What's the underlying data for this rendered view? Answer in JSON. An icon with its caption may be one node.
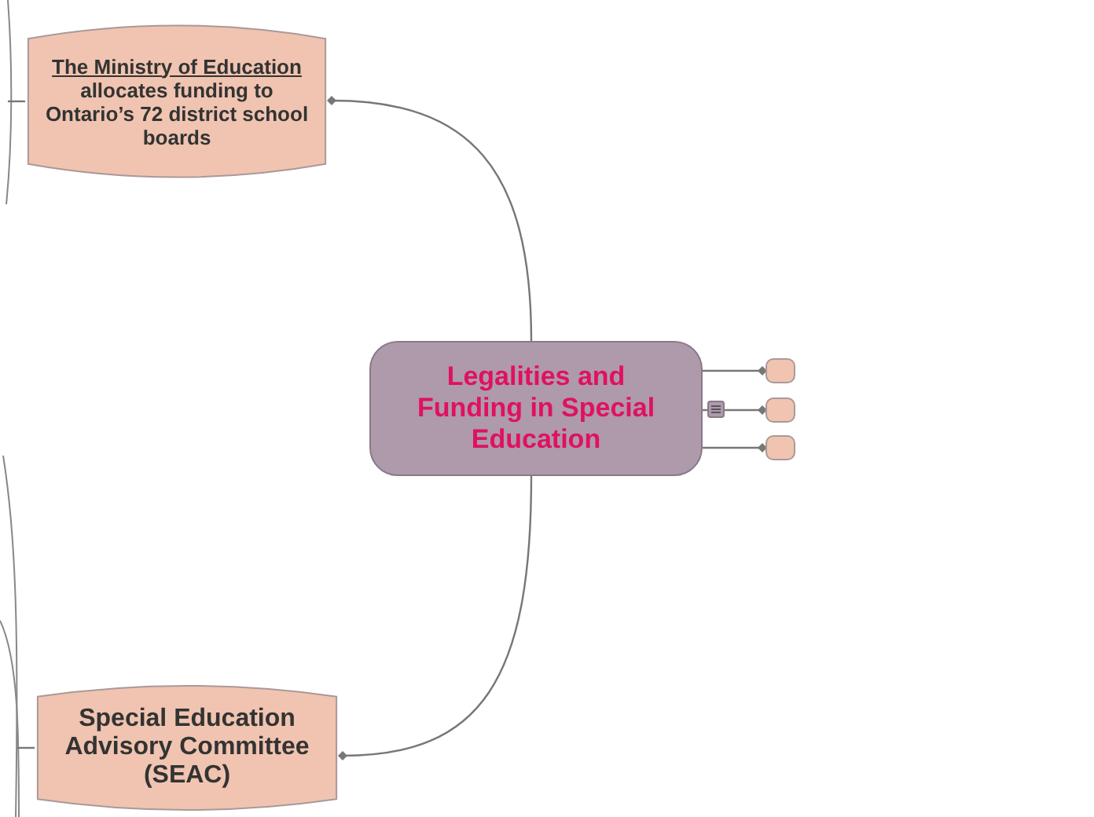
{
  "diagram": {
    "nodes": [
      {
        "text": [
          "Legalities and Funding in Special Education"
        ]
      },
      {
        "text": [
          "The Ministry of Education",
          "allocates funding to Ontario’s 72 district school boards"
        ]
      },
      {
        "text": [
          "Special Education Advisory Committee (SEAC)"
        ]
      },
      {
        "text": [],
        "shape": "box"
      },
      {
        "text": [],
        "shape": "box"
      },
      {
        "text": [],
        "shape": "box"
      }
    ],
    "edges": [
      {
        "from": 0,
        "to": 1,
        "arrow": "other"
      },
      {
        "from": 0,
        "to": 2,
        "arrow": "other"
      },
      {
        "from": 0,
        "to": 3,
        "arrow": "other"
      },
      {
        "from": 0,
        "to": 4,
        "arrow": "other"
      },
      {
        "from": 0,
        "to": 5,
        "arrow": "other"
      },
      {
        "from": 1,
        "to": null,
        "arrow": "none"
      },
      {
        "from": 2,
        "to": null,
        "arrow": "none"
      }
    ]
  }
}
